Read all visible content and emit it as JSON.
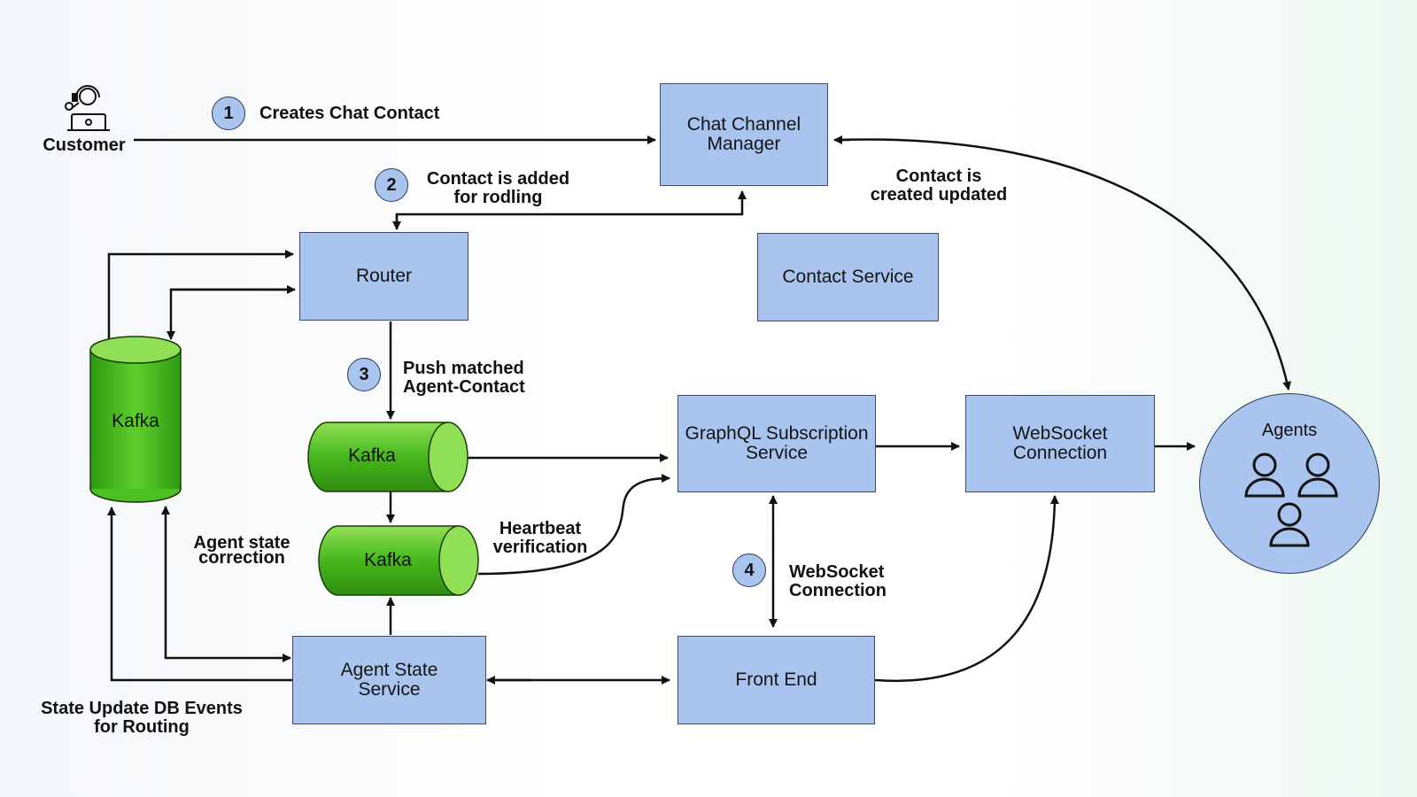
{
  "nodes": {
    "customer": "Customer",
    "chat_channel_manager": "Chat Channel\nManager",
    "router": "Router",
    "contact_service": "Contact Service",
    "graphql": "GraphQL Subscription\nService",
    "websocket_conn": "WebSocket\nConnection",
    "agent_state": "Agent State\nService",
    "front_end": "Front End",
    "agents": "Agents",
    "kafka_left": "Kafka",
    "kafka_top": "Kafka",
    "kafka_bottom": "Kafka"
  },
  "steps": [
    {
      "number": "1",
      "text": "Creates Chat Contact"
    },
    {
      "number": "2",
      "text": "Contact is added\nfor rodling"
    },
    {
      "number": "3",
      "text": "Push matched\nAgent-Contact"
    },
    {
      "number": "4",
      "text": "WebSocket\nConnection"
    }
  ],
  "labels": {
    "contact_updated": "Contact is\ncreated updated",
    "heartbeat": "Heartbeat\nverification",
    "agent_state_correction": "Agent state\ncorrection",
    "state_update": "State Update DB Events\nfor Routing"
  },
  "colors": {
    "box_fill": "#a9c4ef",
    "kafka_green": "#4fc423",
    "line": "#111111"
  },
  "icons": {
    "customer": "customer-headset-laptop-icon",
    "agents": "people-group-icon"
  }
}
